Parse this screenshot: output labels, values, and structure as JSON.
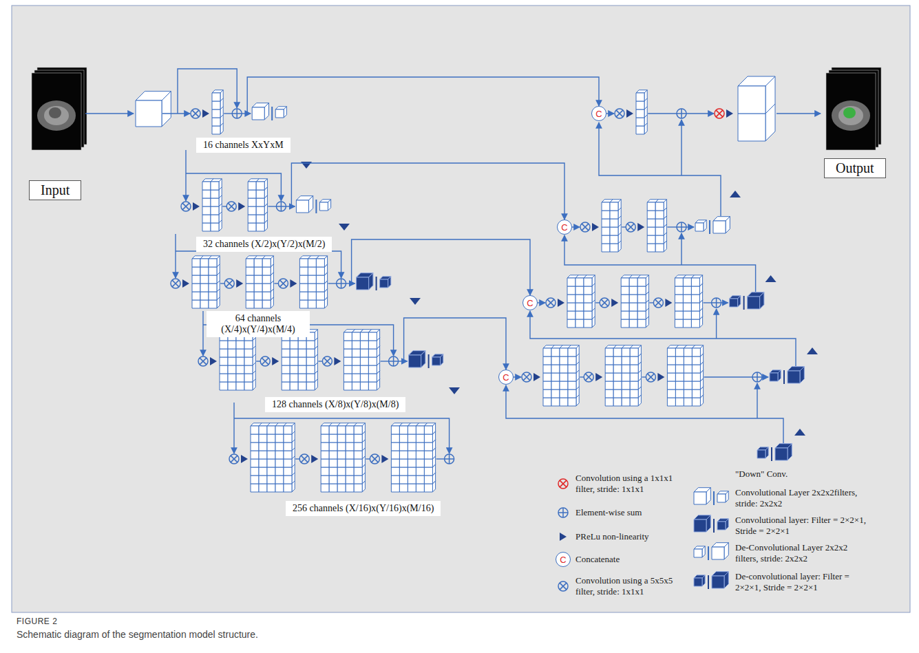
{
  "diagram": {
    "caption": "Schematic diagram of the segmentation model structure.",
    "nodes": [
      {
        "text": [
          "Input"
        ]
      },
      {
        "text": [
          "C"
        ]
      },
      {
        "text": [
          "Output"
        ]
      },
      {
        "text": [
          "16 channels XxYxM"
        ]
      },
      {
        "text": [
          "C"
        ]
      },
      {
        "text": [
          "32 channels (X/2)x(Y/2)x(M/2)"
        ]
      },
      {
        "text": [
          "C"
        ]
      },
      {
        "text": [
          "64 channels (X/4)x(Y/4)x(M/4)"
        ]
      },
      {
        "text": [
          "C"
        ]
      },
      {
        "text": [
          "128 channels (X/8)x(Y/8)x(M/8)"
        ]
      },
      {
        "text": [
          "256 channels (X/16)x(Y/16)x(M/16)"
        ]
      }
    ],
    "labels": [
      "\"Down\" Conv.",
      "C",
      "FIGURE 2"
    ],
    "legend": [
      {
        "text": "Convolution using a 1x1x1 filter, stride: 1x1x1"
      },
      {
        "text": "Element-wise sum"
      },
      {
        "text": "PReLu non-linearity"
      },
      {
        "text": "Concatenate"
      },
      {
        "text": "Convolution using a 5x5x5 filter, stride: 1x1x1"
      },
      {
        "text": "Convolutional Layer 2x2x2filters, stride: 2x2x2"
      },
      {
        "text": "Convolutional layer: Filter = 2×2×1, Stride = 2×2×1"
      },
      {
        "text": "De-Convolutional Layer 2x2x2 filters, stride: 2x2x2"
      },
      {
        "text": "De-convolutional layer: Filter = 2×2×1, Stride = 2×2×1"
      }
    ]
  }
}
